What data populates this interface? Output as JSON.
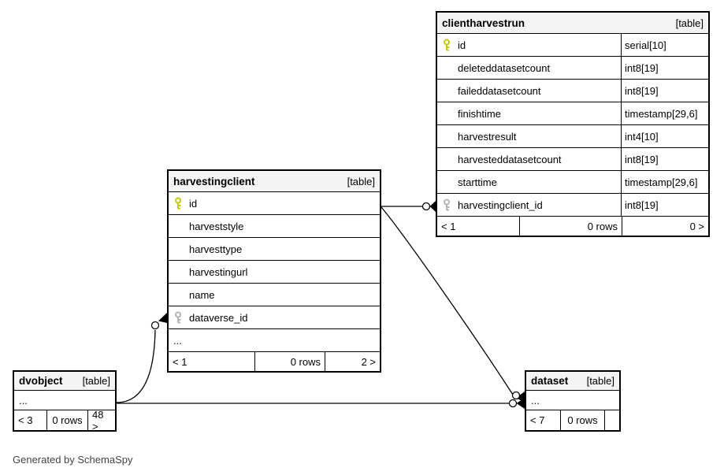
{
  "page": {
    "footer_note": "Generated by SchemaSpy"
  },
  "colors": {
    "primary_key_icon": "#c8c800",
    "foreign_key_icon": "#b4b4b4",
    "table_border": "#000000",
    "header_background": "#f4f4f4"
  },
  "tables": {
    "clientharvestrun": {
      "title": "clientharvestrun",
      "tag": "[table]",
      "columns": [
        {
          "name": "id",
          "type": "serial[10]",
          "key": "pk"
        },
        {
          "name": "deleteddatasetcount",
          "type": "int8[19]",
          "key": ""
        },
        {
          "name": "faileddatasetcount",
          "type": "int8[19]",
          "key": ""
        },
        {
          "name": "finishtime",
          "type": "timestamp[29,6]",
          "key": ""
        },
        {
          "name": "harvestresult",
          "type": "int4[10]",
          "key": ""
        },
        {
          "name": "harvesteddatasetcount",
          "type": "int8[19]",
          "key": ""
        },
        {
          "name": "starttime",
          "type": "timestamp[29,6]",
          "key": ""
        },
        {
          "name": "harvestingclient_id",
          "type": "int8[19]",
          "key": "fk"
        }
      ],
      "pager": {
        "prev": "< 1",
        "rows": "0 rows",
        "next": "0 >"
      }
    },
    "harvestingclient": {
      "title": "harvestingclient",
      "tag": "[table]",
      "columns": [
        {
          "name": "id",
          "key": "pk"
        },
        {
          "name": "harveststyle",
          "key": ""
        },
        {
          "name": "harvesttype",
          "key": ""
        },
        {
          "name": "harvestingurl",
          "key": ""
        },
        {
          "name": "name",
          "key": ""
        },
        {
          "name": "dataverse_id",
          "key": "fk"
        },
        {
          "name": "...",
          "key": ""
        }
      ],
      "pager": {
        "prev": "< 1",
        "rows": "0 rows",
        "next": "2 >"
      }
    },
    "dvobject": {
      "title": "dvobject",
      "tag": "[table]",
      "columns": [
        {
          "name": "...",
          "key": ""
        }
      ],
      "pager": {
        "prev": "< 3",
        "rows": "0 rows",
        "next": "48 >"
      }
    },
    "dataset": {
      "title": "dataset",
      "tag": "[table]",
      "columns": [
        {
          "name": "...",
          "key": ""
        }
      ],
      "pager": {
        "prev": "< 7",
        "rows": "0 rows",
        "next": ""
      }
    }
  }
}
